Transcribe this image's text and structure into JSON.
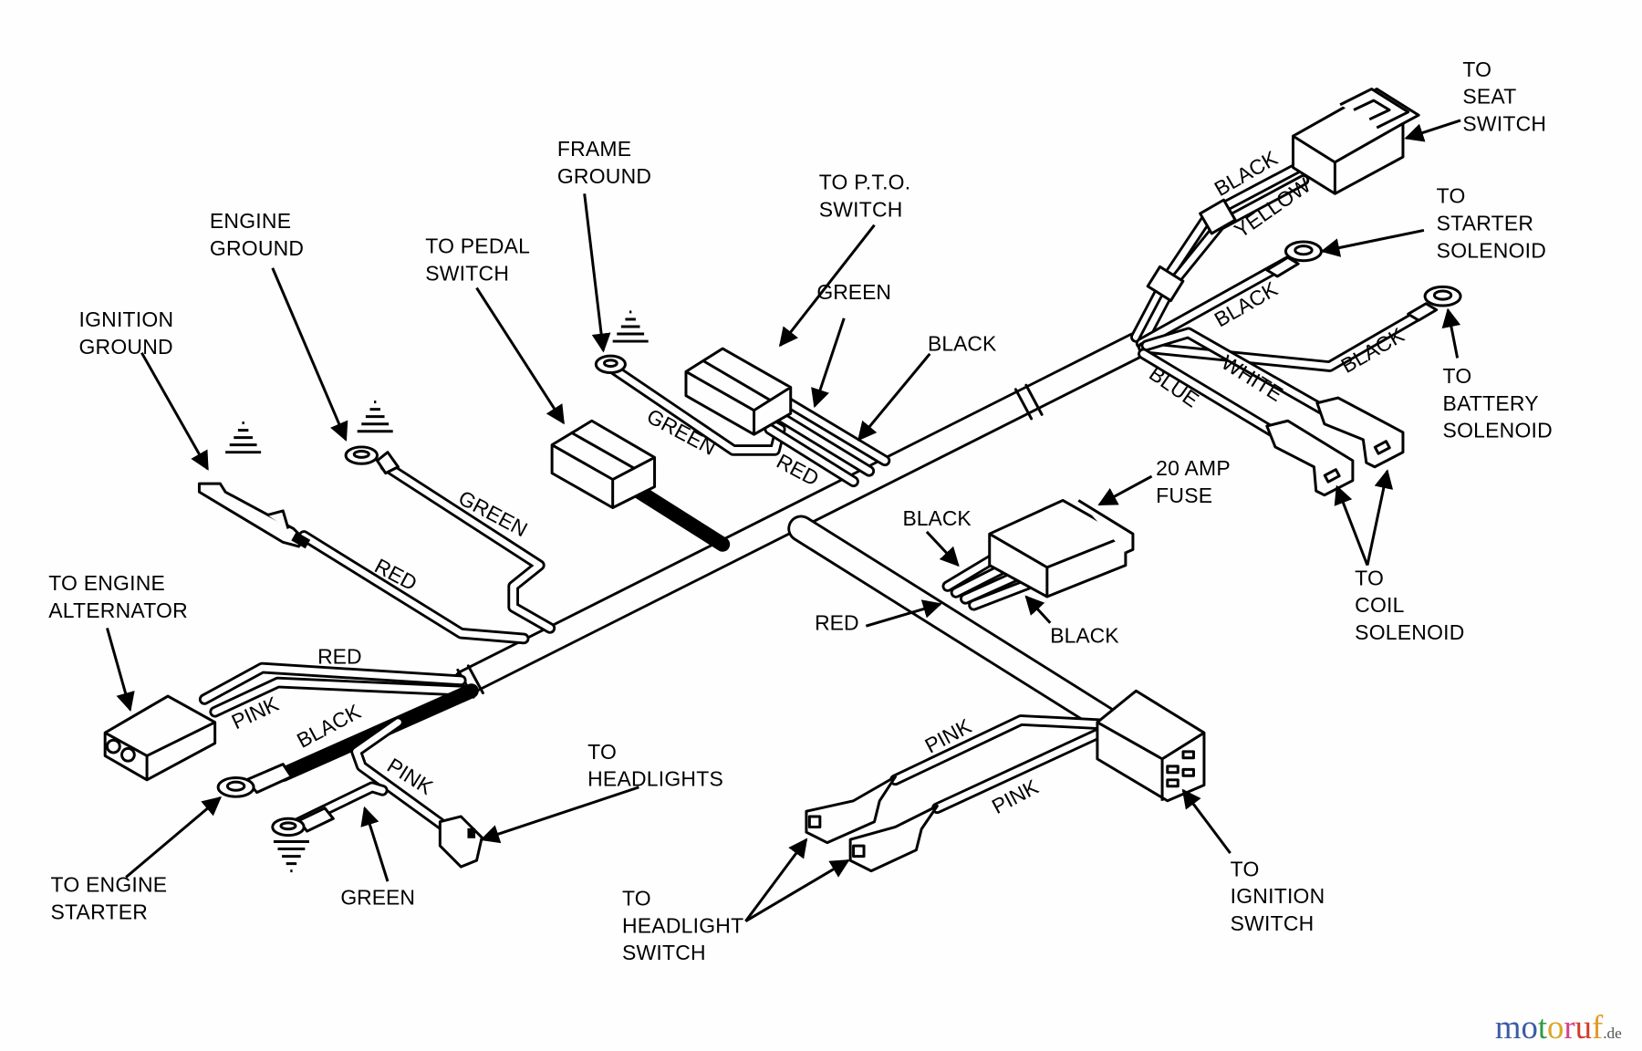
{
  "diagram": {
    "title": "",
    "callouts": {
      "ignition_ground": [
        "IGNITION",
        "GROUND"
      ],
      "engine_ground": [
        "ENGINE",
        "GROUND"
      ],
      "pedal_switch": [
        "TO PEDAL",
        "SWITCH"
      ],
      "frame_ground": [
        "FRAME",
        "GROUND"
      ],
      "pto_switch": [
        "TO P.T.O.",
        "SWITCH"
      ],
      "seat_switch": [
        "TO",
        "SEAT",
        "SWITCH"
      ],
      "starter_solenoid": [
        "TO",
        "STARTER",
        "SOLENOID"
      ],
      "battery_solenoid": [
        "TO",
        "BATTERY",
        "SOLENOID"
      ],
      "coil_solenoid": [
        "TO",
        "COIL",
        "SOLENOID"
      ],
      "fuse": [
        "20 AMP",
        "FUSE"
      ],
      "engine_alternator": [
        "TO ENGINE",
        "ALTERNATOR"
      ],
      "engine_starter": [
        "TO ENGINE",
        "STARTER"
      ],
      "headlights": [
        "TO",
        "HEADLIGHTS"
      ],
      "headlight_switch": [
        "TO",
        "HEADLIGHT",
        "SWITCH"
      ],
      "ignition_switch": [
        "TO",
        "IGNITION",
        "SWITCH"
      ]
    },
    "wire_labels": {
      "pto_green": "GREEN",
      "pto_black": "BLACK",
      "frame_green": "GREEN",
      "pedal_red": "RED",
      "engine_ground_green": "GREEN",
      "ignition_red": "RED",
      "alt_red": "RED",
      "alt_pink": "PINK",
      "starter_black": "BLACK",
      "headlights_pink": "PINK",
      "ground_green": "GREEN",
      "seat_black": "BLACK",
      "seat_yellow": "YELLOW",
      "starter_sol_black": "BLACK",
      "battery_sol_black": "BLACK",
      "coil_white": "WHITE",
      "coil_blue": "BLUE",
      "fuse_black_top": "BLACK",
      "fuse_red": "RED",
      "fuse_black_bottom": "BLACK",
      "hl_switch_pink_top": "PINK",
      "hl_switch_pink_bottom": "PINK"
    },
    "watermark": {
      "letters": [
        "m",
        "o",
        "t",
        "o",
        "r",
        "u",
        "f"
      ],
      "colors": [
        "#3b5aa8",
        "#3b5aa8",
        "#2e9a46",
        "#d9a72a",
        "#d4428a",
        "#cf3b2c",
        "#e39a25"
      ],
      "tld": ".de"
    }
  }
}
